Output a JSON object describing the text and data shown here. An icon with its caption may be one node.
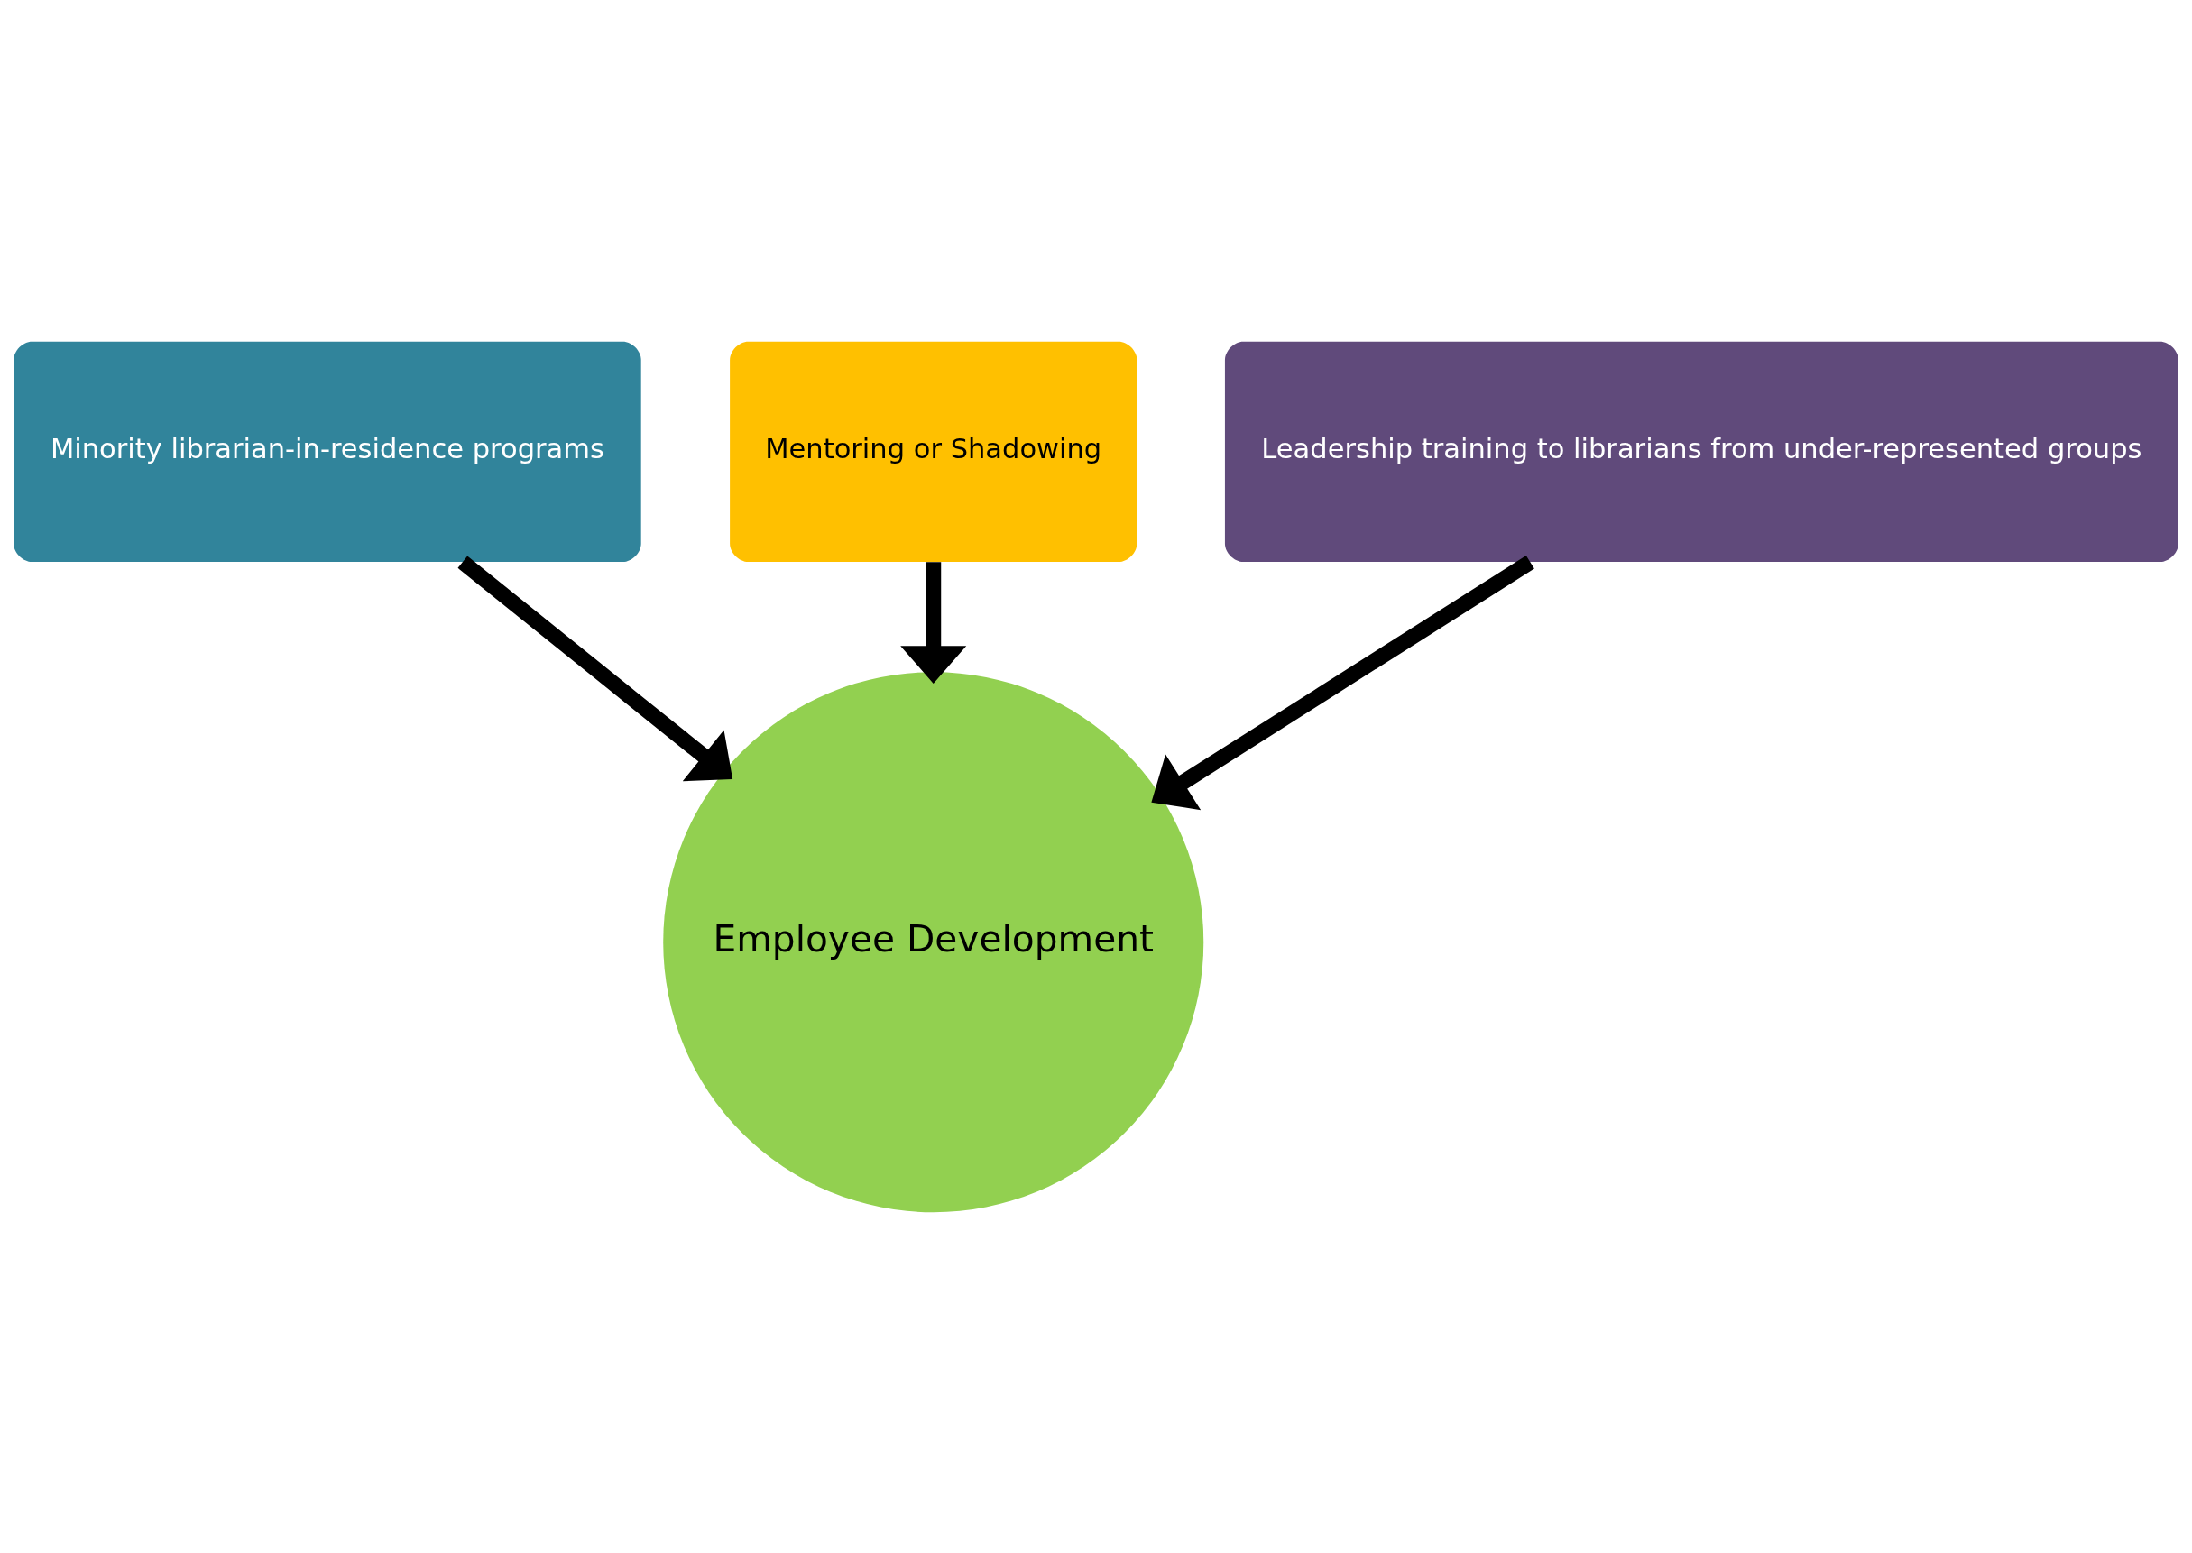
{
  "diagram": {
    "nodes": [
      {
        "text": [
          "Mentoring or Shadowing"
        ]
      },
      {
        "text": [
          "Minority librarian-in-residence programs"
        ]
      },
      {
        "text": [
          "Leadership training to librarians from under-represented groups"
        ]
      },
      {
        "text": [
          "Employee Development"
        ]
      }
    ],
    "edges": [
      {
        "from": 0,
        "to": 3,
        "arrow": "to"
      },
      {
        "from": 1,
        "to": 3,
        "arrow": "to"
      },
      {
        "from": 2,
        "to": 3,
        "arrow": "to"
      }
    ]
  }
}
